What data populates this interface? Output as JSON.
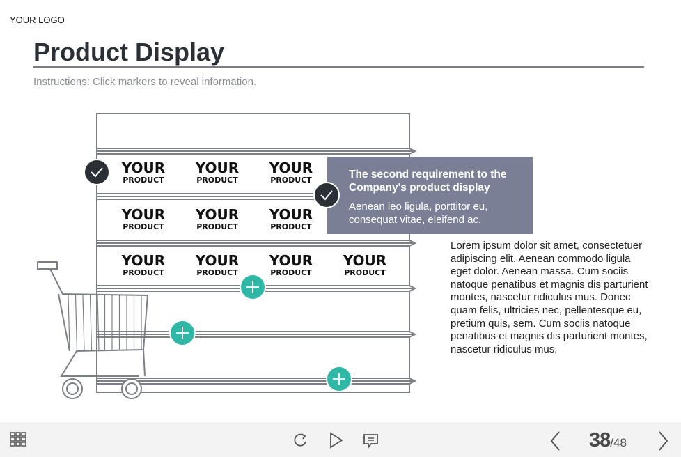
{
  "header": {
    "logo": "YOUR LOGO",
    "title": "Product Display",
    "instructions": "Instructions: Click markers to reveal information."
  },
  "body_text": "Lorem ipsum dolor sit amet, consectetuer adipiscing elit. Aenean commodo ligula eget dolor. Aenean massa. Cum sociis natoque penatibus et magnis dis parturient montes, nascetur ridiculus mus. Donec quam felis, ultricies nec, pellentesque eu, pretium quis, sem. Cum sociis natoque penatibus et magnis dis parturient montes, nascetur ridiculus mus.",
  "product": {
    "line1": "YOUR",
    "line2": "PRODUCT"
  },
  "popup": {
    "heading": "The second requirement to the Company's product display",
    "text": "Aenean leo ligula, porttitor eu, consequat vitae, eleifend ac."
  },
  "markers": [
    {
      "state": "visited",
      "icon": "check-icon"
    },
    {
      "state": "visited",
      "icon": "check-icon"
    },
    {
      "state": "new",
      "icon": "plus-icon"
    },
    {
      "state": "new",
      "icon": "plus-icon"
    },
    {
      "state": "new",
      "icon": "plus-icon"
    }
  ],
  "footer": {
    "current_page": "38",
    "total_pages": "/48"
  },
  "colors": {
    "accent": "#2fb8a5",
    "dark": "#2b2f36",
    "popup": "#7a7f95"
  }
}
